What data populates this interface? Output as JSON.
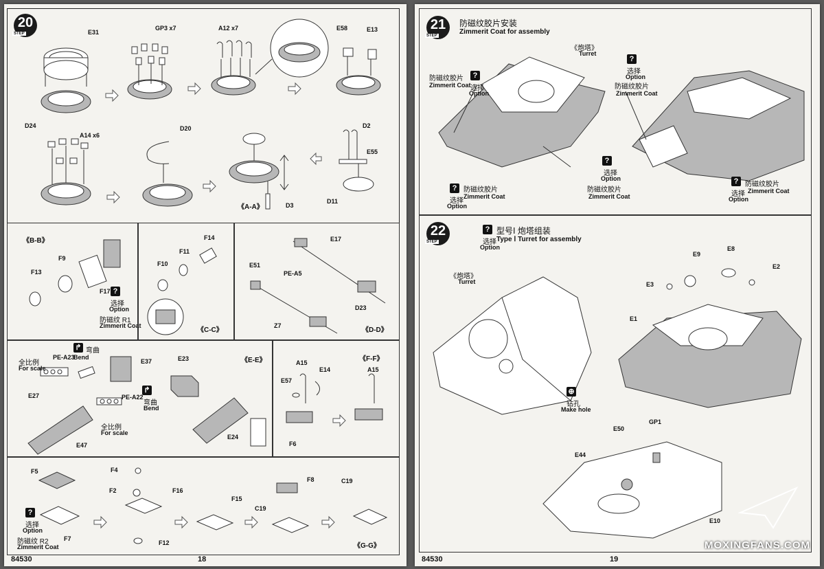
{
  "left_page": {
    "step20": {
      "number": "20",
      "step_word": "STEP",
      "parts": [
        "E31",
        "GP3 x7",
        "A12 x7",
        "E58",
        "E13",
        "D24",
        "A14 x6",
        "D20",
        "D2",
        "E55",
        "D11",
        "D3"
      ],
      "view_label": "《A-A》"
    },
    "panel_bb": {
      "title": "《B-B》",
      "parts": [
        "F9",
        "F13",
        "F17"
      ],
      "option_cn": "选择",
      "option_en": "Option",
      "zimmerit_cn": "防磁纹 R1",
      "zimmerit_en": "Zimmerit Coat"
    },
    "panel_cc": {
      "title": "《C-C》",
      "parts": [
        "F14",
        "F11",
        "F10"
      ]
    },
    "panel_dd": {
      "title": "《D-D》",
      "parts": [
        "E17",
        "E51",
        "PE-A5",
        "D23",
        "Z7"
      ]
    },
    "panel_ee": {
      "title": "《E-E》",
      "parts": [
        "PE-A23",
        "E37",
        "E27",
        "E23",
        "PE-A22",
        "E47",
        "E24"
      ],
      "scale_cn_1": "全比例",
      "scale_en_1": "For scale",
      "bend_cn_1": "弯曲",
      "bend_en_1": "Bend",
      "scale_cn_2": "全比例",
      "scale_en_2": "For scale",
      "bend_cn_2": "弯曲",
      "bend_en_2": "Bend"
    },
    "panel_ff": {
      "title": "《F-F》",
      "parts": [
        "A15",
        "E14",
        "E57",
        "F6",
        "A15"
      ]
    },
    "panel_gg": {
      "title": "《G-G》",
      "parts": [
        "F5",
        "F7",
        "F4",
        "F2",
        "F12",
        "F16",
        "F15",
        "C19",
        "F8",
        "C19"
      ],
      "option_cn": "选择",
      "option_en": "Option",
      "zimmerit_cn": "防磁纹 R2",
      "zimmerit_en": "Zimmerit Coat"
    },
    "kit_number": "84530",
    "page_number": "18"
  },
  "right_page": {
    "step21": {
      "number": "21",
      "step_word": "STEP",
      "title_cn": "防磁纹胶片安装",
      "title_en": "Zimmerit Coat  for assembly",
      "turret_cn": "《炮塔》",
      "turret_en": "Turret",
      "callout_a_cn": "防磁纹胶片",
      "callout_a_en": "Zimmerit Coat",
      "option_cn": "选择",
      "option_en": "Option",
      "callout_b_cn": "防磁纹胶片",
      "callout_b_en": "Zimmerit Coat",
      "callout_c_cn": "防磁纹胶片",
      "callout_c_en": "Zimmerit Coat",
      "callout_d_cn": "防磁纹胶片",
      "callout_d_en": "Zimmerit Coat",
      "callout_e_cn": "防磁纹胶片",
      "callout_e_en": "Zimmerit Coat"
    },
    "step22": {
      "number": "22",
      "step_word": "STEP",
      "title_cn": "型号Ⅰ 炮塔组装",
      "title_en": "Type  Ⅰ  Turret  for assembly",
      "option_cn": "选择",
      "option_en": "Option",
      "turret_cn": "《炮塔》",
      "turret_en": "Turret",
      "drill_cn": "钻孔",
      "drill_en": "Make hole",
      "parts": [
        "E9",
        "E8",
        "E3",
        "E2",
        "E1",
        "E50",
        "GP1",
        "E44",
        "E10"
      ]
    },
    "kit_number": "84530",
    "page_number": "19",
    "watermark": "MOXINGFANS.COM"
  }
}
